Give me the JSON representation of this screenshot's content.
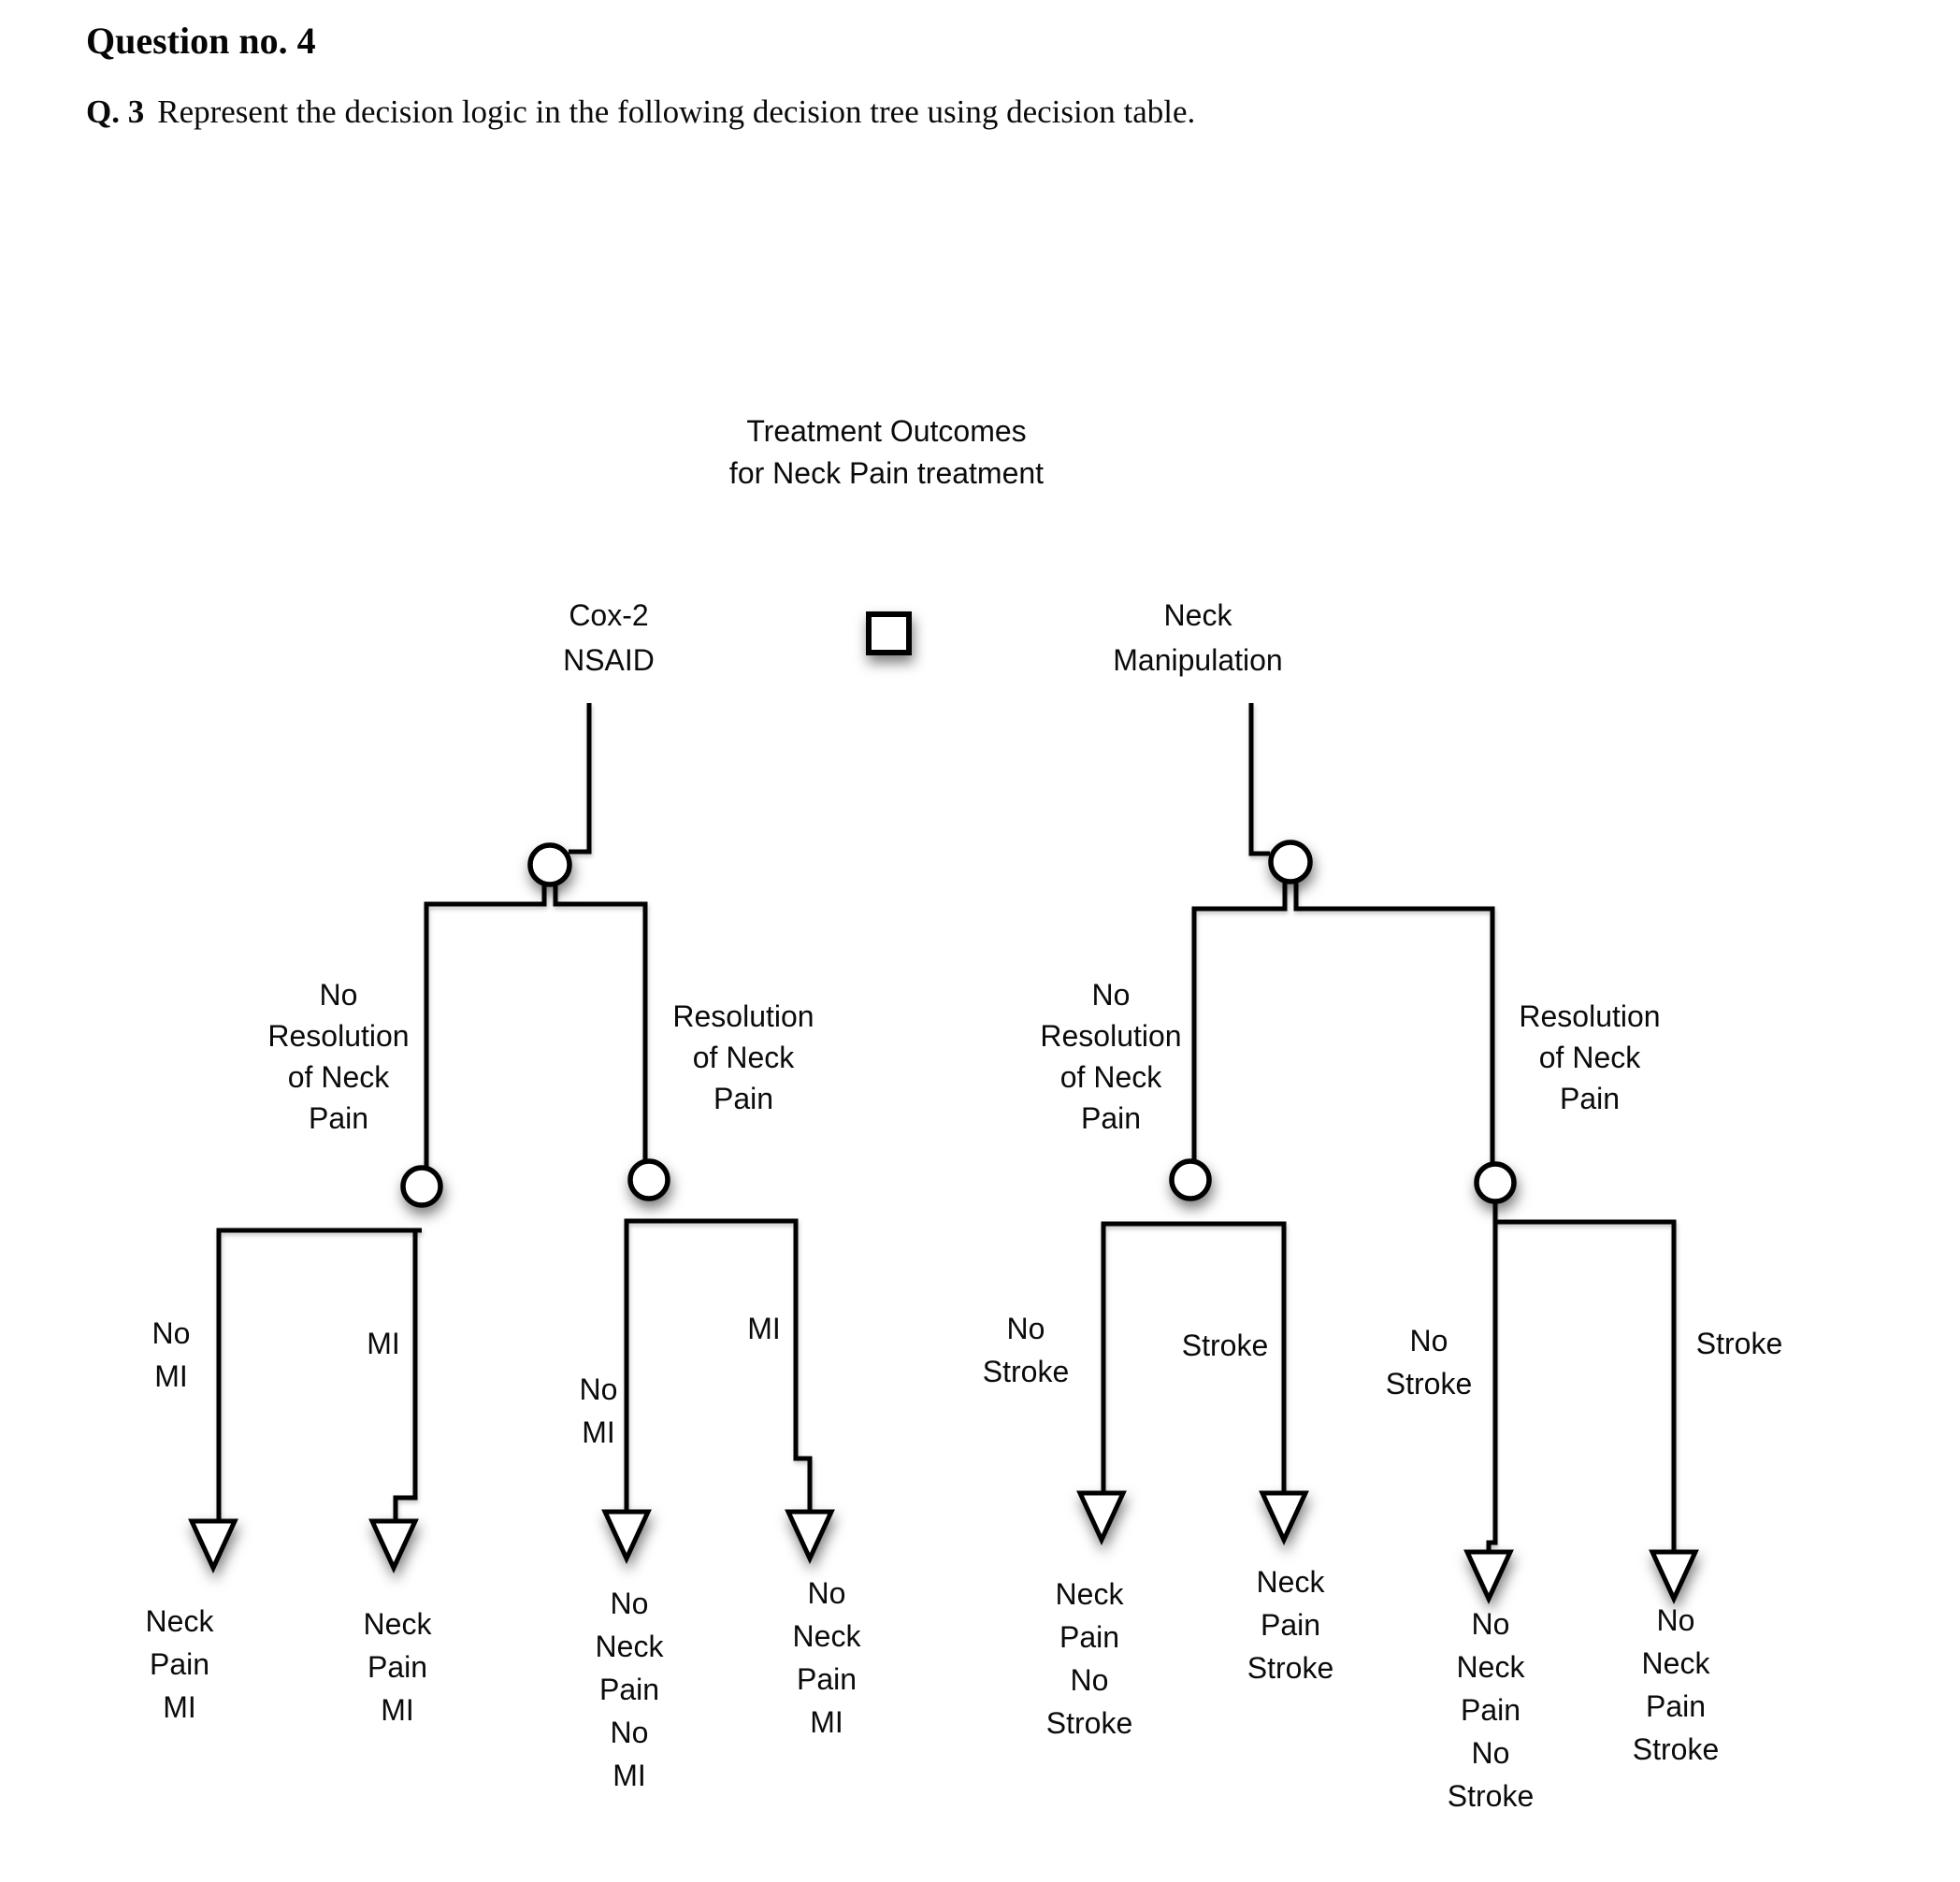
{
  "page": {
    "title": "Question no. 4",
    "question_prefix": "Q. 3",
    "question_text": "Represent the decision logic in the following decision tree using decision table."
  },
  "tree": {
    "root_label": [
      "Treatment Outcomes",
      "for Neck Pain treatment"
    ],
    "decision": {
      "left_option": [
        "Cox-2",
        "NSAID"
      ],
      "right_option": [
        "Neck",
        "Manipulation"
      ]
    },
    "chance_branches": {
      "cox2_no_resolution": [
        "No",
        "Resolution",
        "of Neck",
        "Pain"
      ],
      "cox2_resolution": [
        "Resolution",
        "of Neck",
        "Pain"
      ],
      "manip_no_resolution": [
        "No",
        "Resolution",
        "of Neck",
        "Pain"
      ],
      "manip_resolution": [
        "Resolution",
        "of Neck",
        "Pain"
      ],
      "cox2nr_no_mi": [
        "No",
        "MI"
      ],
      "cox2nr_mi": "MI",
      "cox2r_no_mi": [
        "No",
        "MI"
      ],
      "cox2r_mi": "MI",
      "manipnr_no_stroke": [
        "No",
        "Stroke"
      ],
      "manipnr_stroke": "Stroke",
      "manipr_no_stroke": [
        "No",
        "Stroke"
      ],
      "manipr_stroke": "Stroke"
    },
    "leaves": {
      "leaf1": [
        "Neck",
        "Pain",
        "MI"
      ],
      "leaf2": [
        "Neck",
        "Pain",
        "MI"
      ],
      "leaf3": [
        "No",
        "Neck",
        "Pain",
        "No",
        "MI"
      ],
      "leaf4": [
        "No",
        "Neck",
        "Pain",
        "MI"
      ],
      "leaf5": [
        "Neck",
        "Pain",
        "No",
        "Stroke"
      ],
      "leaf6": [
        "Neck",
        "Pain",
        "Stroke"
      ],
      "leaf7": [
        "No",
        "Neck",
        "Pain",
        "No",
        "Stroke"
      ],
      "leaf8": [
        "No",
        "Neck",
        "Pain",
        "Stroke"
      ]
    }
  }
}
